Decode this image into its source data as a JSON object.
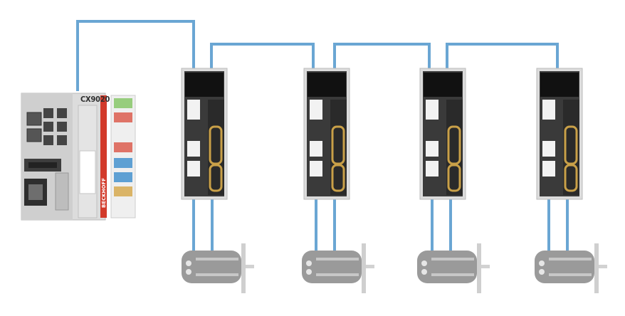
{
  "diagram": {
    "controller": {
      "model_label": "CX9020",
      "brand_label": "BECKHOFF"
    },
    "drives": [
      {
        "id": "drive-1"
      },
      {
        "id": "drive-2"
      },
      {
        "id": "drive-3"
      },
      {
        "id": "drive-4"
      }
    ],
    "motors": [
      {
        "id": "motor-1"
      },
      {
        "id": "motor-2"
      },
      {
        "id": "motor-3"
      },
      {
        "id": "motor-4"
      }
    ],
    "colors": {
      "cable": "#6aa6d3",
      "drive_body": "#3a3a3a",
      "drive_connector": "#c9a048",
      "controller_body": "#dcdcdc",
      "controller_stripe": "#d23a2a",
      "motor_body": "#9a9a9a"
    }
  }
}
